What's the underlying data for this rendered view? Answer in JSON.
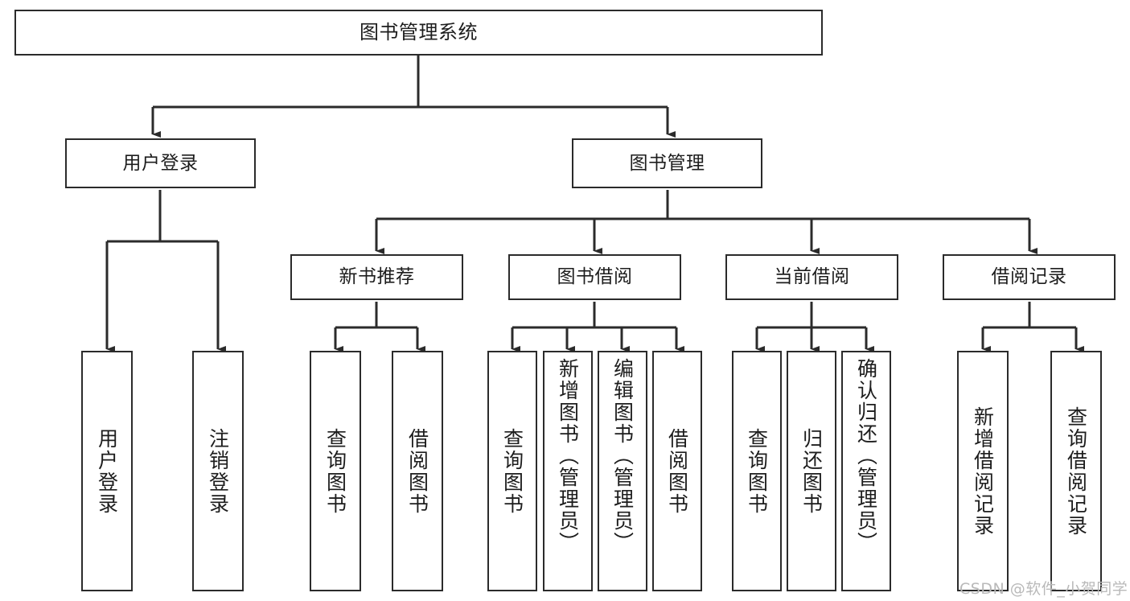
{
  "diagram": {
    "type": "tree",
    "title": "图书管理系统",
    "colors": {
      "background": "#ffffff",
      "node_border": "#2b2b2b",
      "node_fill": "#ffffff",
      "text": "#1d1d1d",
      "connector": "#2b2b2b",
      "watermark": "#b9b9b9"
    }
  },
  "root": {
    "label": "图书管理系统"
  },
  "level2": [
    {
      "label": "用户登录"
    },
    {
      "label": "图书管理"
    }
  ],
  "level3": [
    {
      "label": "新书推荐"
    },
    {
      "label": "图书借阅"
    },
    {
      "label": "当前借阅"
    },
    {
      "label": "借阅记录"
    }
  ],
  "leaves": {
    "user_login": [
      {
        "label": "用户登录"
      },
      {
        "label": "注销登录"
      }
    ],
    "new_book": [
      {
        "label": "查询图书"
      },
      {
        "label": "借阅图书"
      }
    ],
    "book_borrow": [
      {
        "label": "查询图书"
      },
      {
        "label": "新增图书（管理员）"
      },
      {
        "label": "编辑图书（管理员）"
      },
      {
        "label": "借阅图书"
      }
    ],
    "current_borrow": [
      {
        "label": "查询图书"
      },
      {
        "label": "归还图书"
      },
      {
        "label": "确认归还（管理员）"
      }
    ],
    "borrow_record": [
      {
        "label": "新增借阅记录"
      },
      {
        "label": "查询借阅记录"
      }
    ]
  },
  "watermark": {
    "text": "CSDN @软件_小贺同学"
  }
}
